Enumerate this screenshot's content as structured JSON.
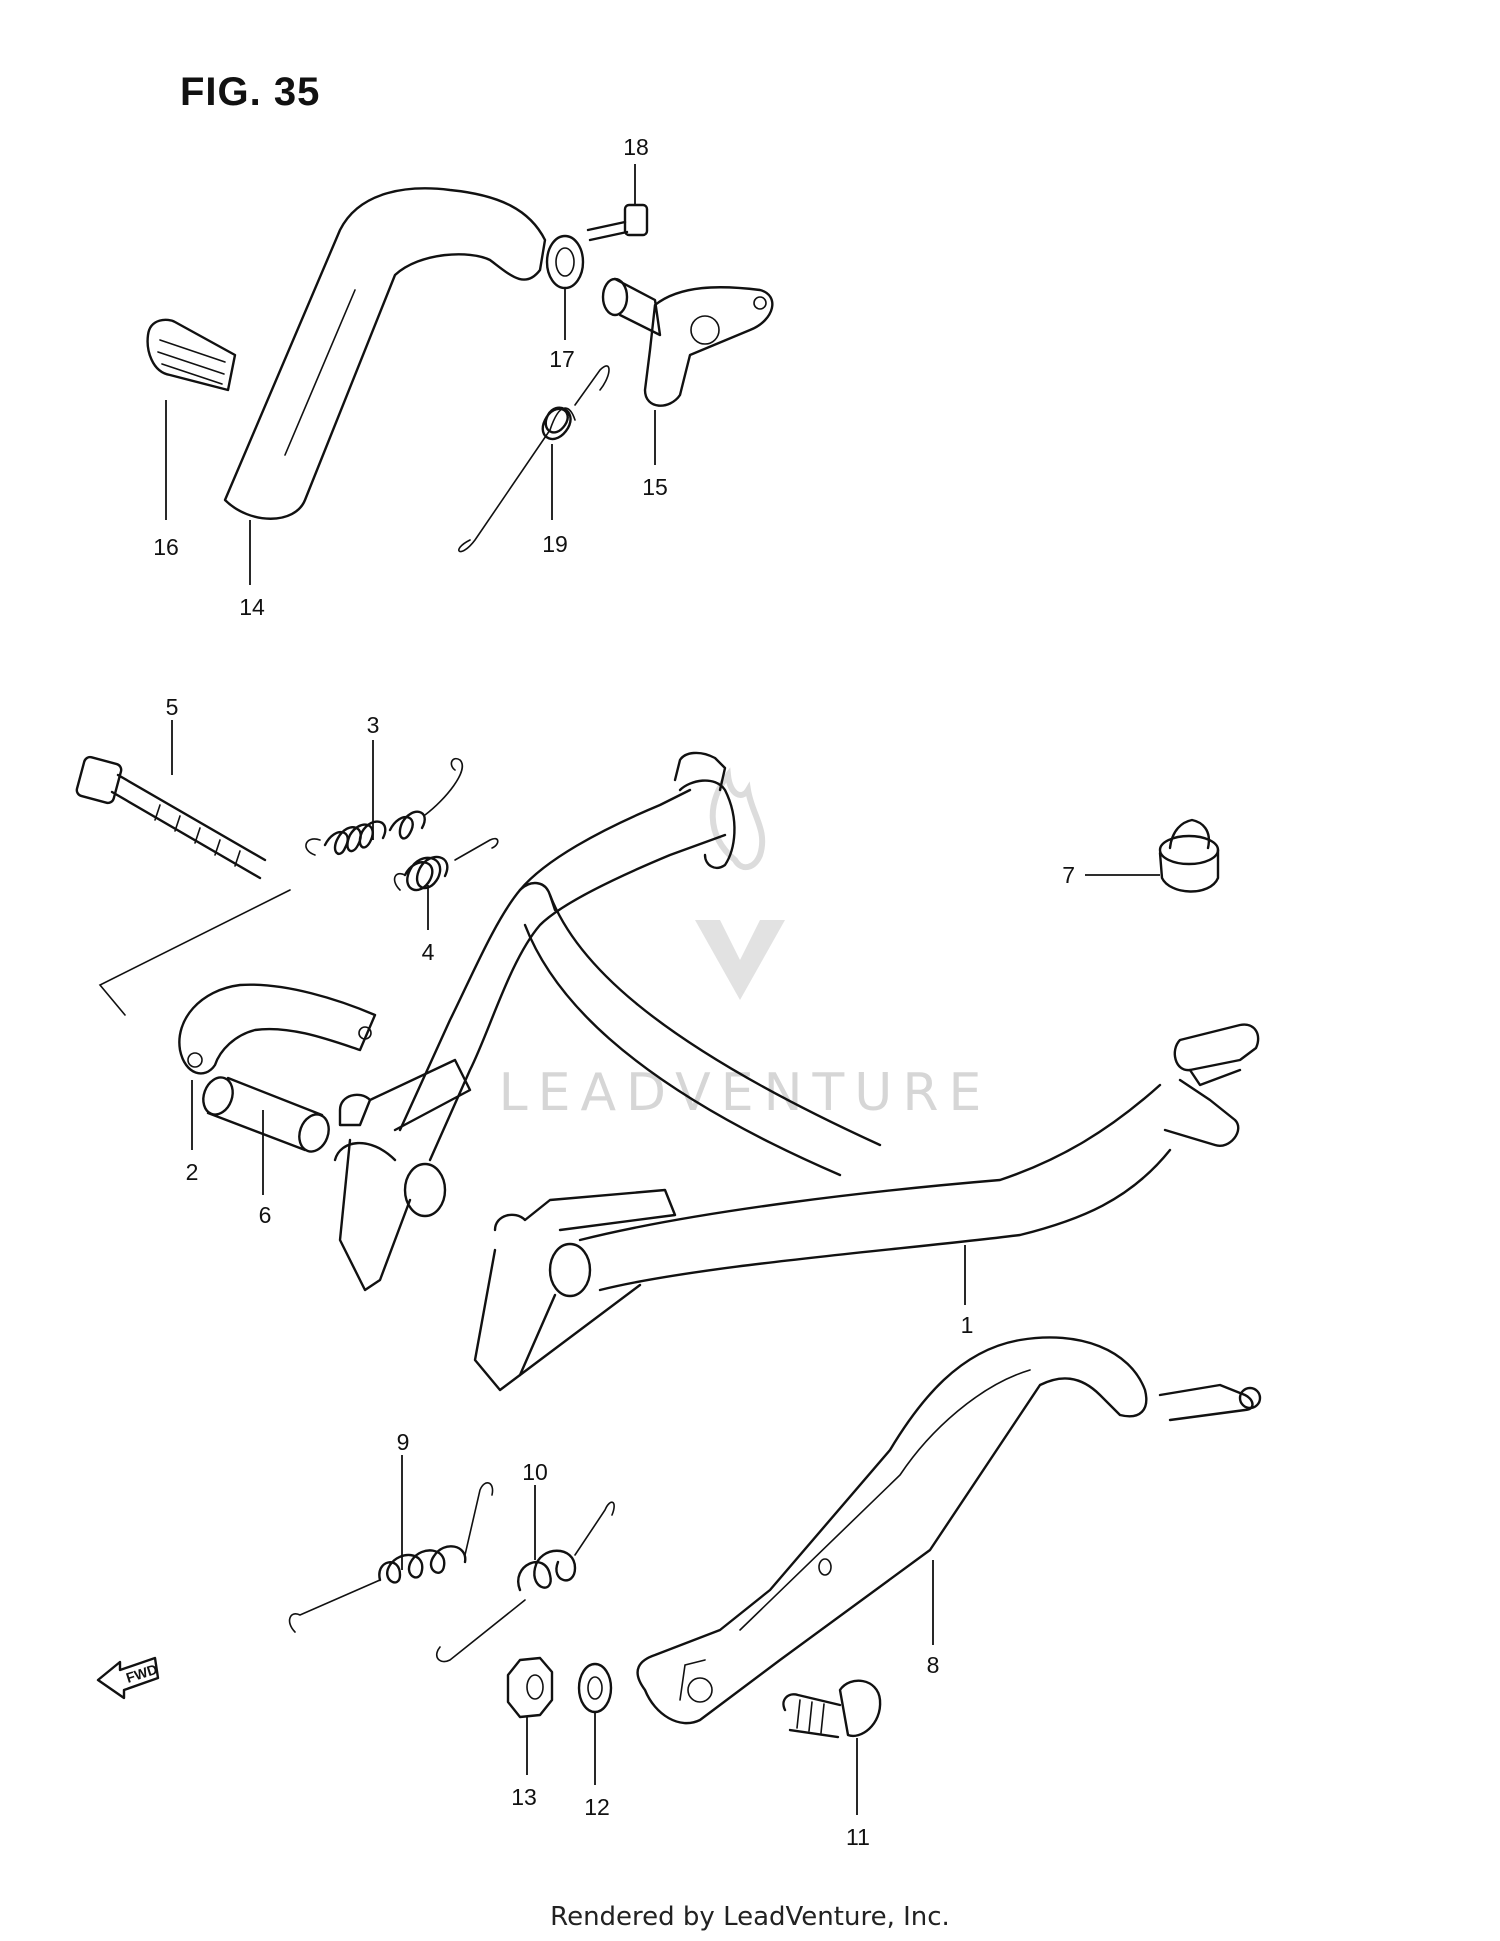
{
  "figure": {
    "title": "FIG. 35"
  },
  "footer": {
    "text": "Rendered by LeadVenture, Inc."
  },
  "watermark": {
    "text": "LEADVENTURE",
    "color": "#d6d6d6"
  },
  "fwd_badge": {
    "text": "FWD"
  },
  "callouts": [
    {
      "id": "c1",
      "label": "1"
    },
    {
      "id": "c2",
      "label": "2"
    },
    {
      "id": "c3",
      "label": "3"
    },
    {
      "id": "c4",
      "label": "4"
    },
    {
      "id": "c5",
      "label": "5"
    },
    {
      "id": "c6",
      "label": "6"
    },
    {
      "id": "c7",
      "label": "7"
    },
    {
      "id": "c8",
      "label": "8"
    },
    {
      "id": "c9",
      "label": "9"
    },
    {
      "id": "c10",
      "label": "10"
    },
    {
      "id": "c11",
      "label": "11"
    },
    {
      "id": "c12",
      "label": "12"
    },
    {
      "id": "c13",
      "label": "13"
    },
    {
      "id": "c14",
      "label": "14"
    },
    {
      "id": "c15",
      "label": "15"
    },
    {
      "id": "c16",
      "label": "16"
    },
    {
      "id": "c17",
      "label": "17"
    },
    {
      "id": "c18",
      "label": "18"
    },
    {
      "id": "c19",
      "label": "19"
    }
  ]
}
